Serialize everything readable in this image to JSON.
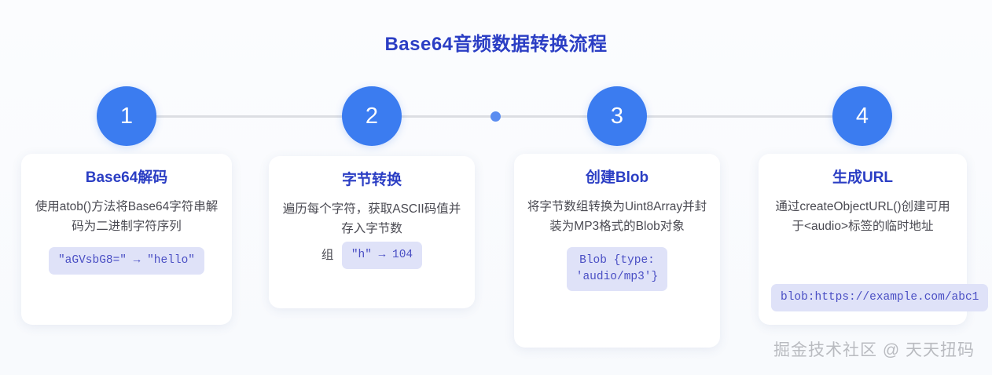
{
  "title": "Base64音频数据转换流程",
  "theme": {
    "background": "#fafbfd",
    "title_color": "#2b3ec4",
    "circle_color": "#3b7cf0",
    "line_color": "#dcdee3",
    "chip_bg": "#dfe2f8",
    "chip_text": "#4a4fc4",
    "card_bg": "#ffffff",
    "desc_color": "#4a4a52"
  },
  "timeline": {
    "steps": [
      {
        "number": "1"
      },
      {
        "number": "2"
      },
      {
        "number": "3"
      },
      {
        "number": "4"
      }
    ],
    "midpoint_dot": true
  },
  "cards": [
    {
      "title": "Base64解码",
      "desc": "使用atob()方法将Base64字符串解码为二进制字符序列",
      "chip": "\"aGVsbG8=\" → \"hello\"",
      "chip_layout": "block"
    },
    {
      "title": "字节转换",
      "desc": "遍历每个字符，获取ASCII码值并存入字节数",
      "desc_tail": "组",
      "chip": "\"h\" → 104",
      "chip_layout": "inline"
    },
    {
      "title": "创建Blob",
      "desc": "将字节数组转换为Uint8Array并封装为MP3格式的Blob对象",
      "chip": "Blob {type:\n'audio/mp3'}",
      "chip_layout": "block"
    },
    {
      "title": "生成URL",
      "desc": "通过createObjectURL()创建可用于<audio>标签的临时地址",
      "chip": "blob:https://example.com/abc1",
      "chip_layout": "block-overflow"
    }
  ],
  "watermark": "掘金技术社区 @ 天天扭码"
}
